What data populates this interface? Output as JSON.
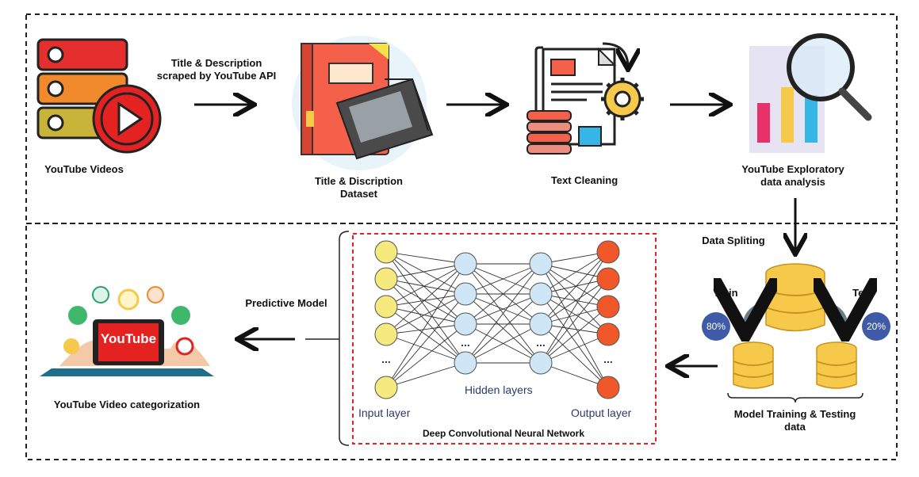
{
  "stages": {
    "youtube_videos": "YouTube Videos",
    "scrape_label": "Title & Description\nscraped by YouTube API",
    "dataset": "Title & Discription\nDataset",
    "text_cleaning": "Text Cleaning",
    "eda": "YouTube Exploratory\ndata analysis",
    "data_splitting": "Data Spliting",
    "train": "Train",
    "test": "Test",
    "train_pct": "80%",
    "test_pct": "20%",
    "model_training": "Model Training & Testing\ndata",
    "predictive_model": "Predictive Model",
    "categorization": "YouTube Video categorization"
  },
  "network": {
    "input_layer": "Input layer",
    "hidden_layers": "Hidden layers",
    "output_layer": "Output layer",
    "title": "Deep Convolutional Neural Network",
    "ellipsis": "..."
  },
  "logo": {
    "text": "YouTube"
  },
  "colors": {
    "input_node": "#f6e97e",
    "hidden_node": "#cfe6f7",
    "output_node": "#f0582a",
    "red": "#e52222",
    "badge_blue": "#3f5aa6",
    "gold": "#f6c94a"
  }
}
